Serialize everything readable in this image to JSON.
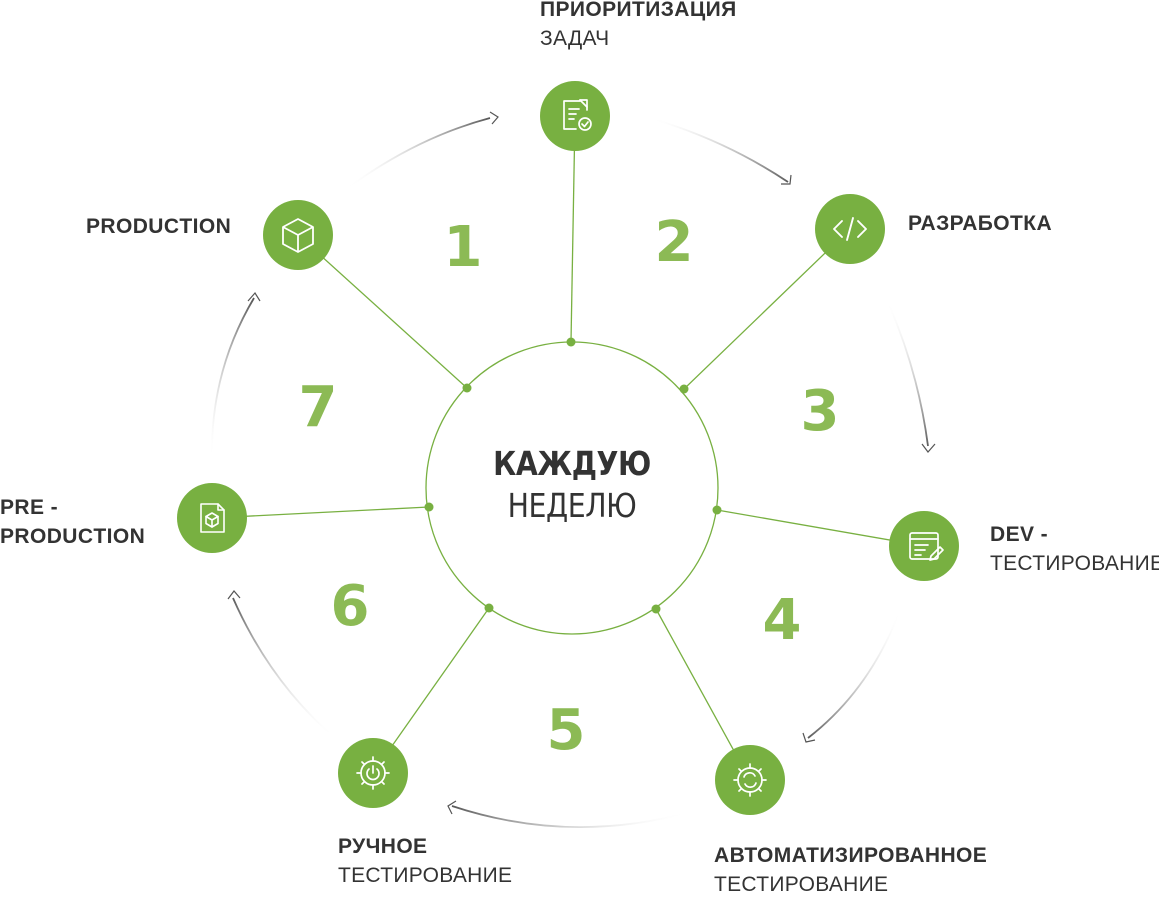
{
  "colors": {
    "accent": "#78b041",
    "accent_light": "#8cba55",
    "text": "#333333",
    "arrow": "#555555"
  },
  "center": {
    "line1": "КАЖДУЮ",
    "line2": "НЕДЕЛЮ"
  },
  "steps": [
    {
      "number": "1",
      "stage_bold": "PRODUCTION",
      "stage_normal": "",
      "icon": "cube-icon"
    },
    {
      "number": "2",
      "stage_bold": "ПРИОРИТИЗАЦИЯ",
      "stage_normal": "ЗАДАЧ",
      "icon": "document-check-icon"
    },
    {
      "number": "3",
      "stage_bold": "РАЗРАБОТКА",
      "stage_normal": "",
      "icon": "code-icon"
    },
    {
      "number": "4",
      "stage_bold": "DEV -",
      "stage_normal": "ТЕСТИРОВАНИЕ",
      "icon": "edit-document-icon"
    },
    {
      "number": "5",
      "stage_bold": "АВТОМАТИЗИРОВАННОЕ",
      "stage_normal": "ТЕСТИРОВАНИЕ",
      "icon": "gear-cycle-icon"
    },
    {
      "number": "6",
      "stage_bold": "РУЧНОЕ",
      "stage_normal": "ТЕСТИРОВАНИЕ",
      "icon": "gear-power-icon"
    },
    {
      "number": "7",
      "stage_bold": "PRE -",
      "stage_bold_2": "PRODUCTION",
      "icon": "file-cube-icon"
    }
  ]
}
